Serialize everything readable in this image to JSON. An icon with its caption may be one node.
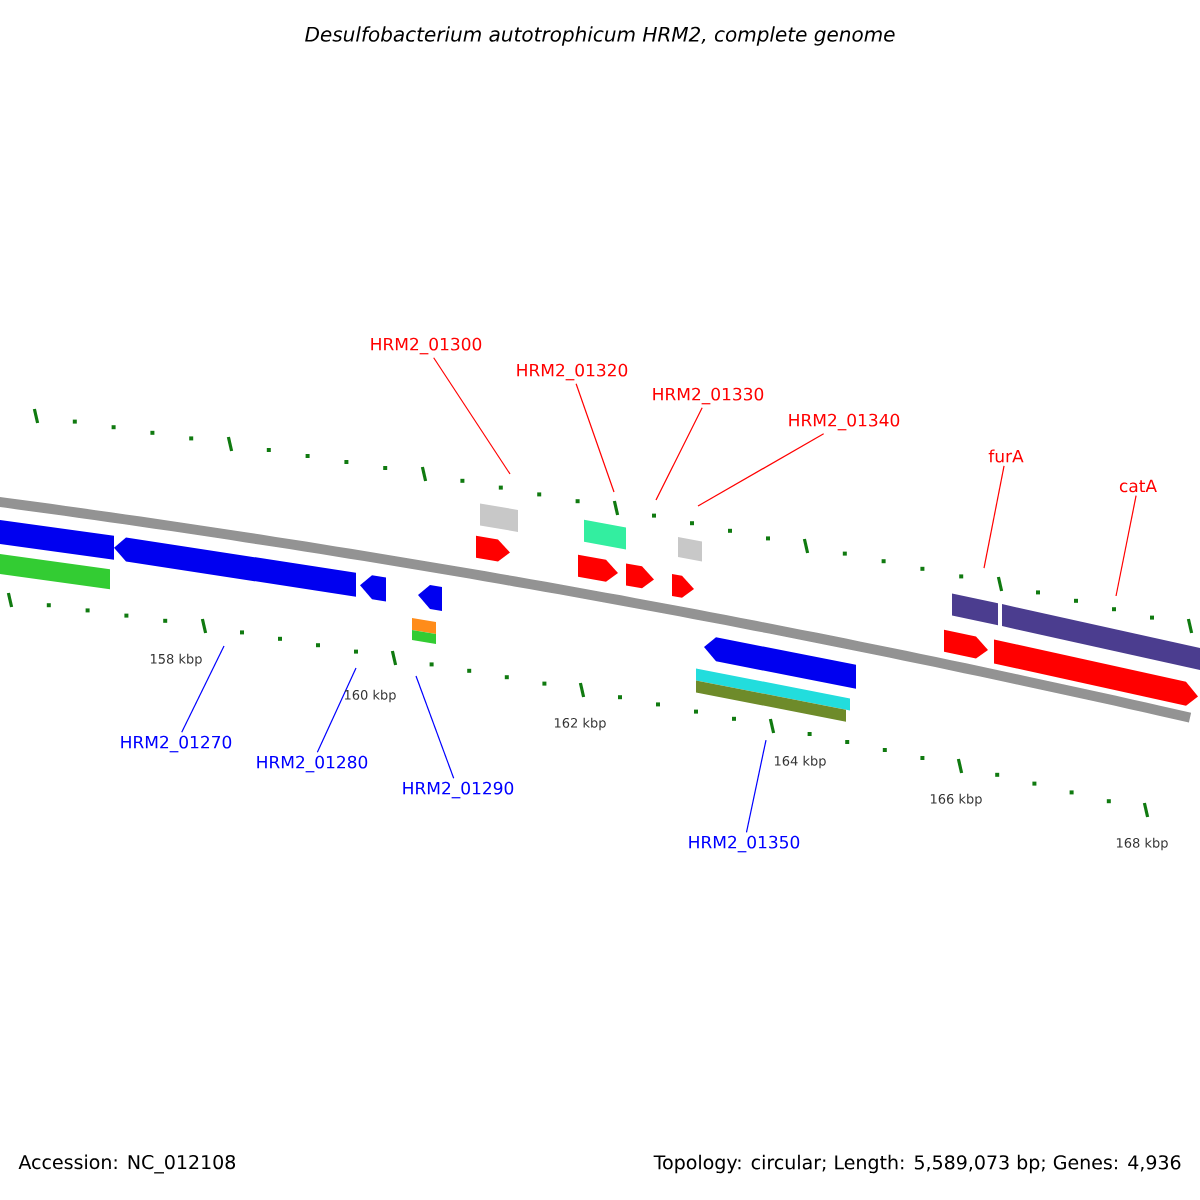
{
  "diagram": {
    "title": "Desulfobacterium autotrophicum HRM2, complete genome",
    "nodes": [
      {
        "text": [
          "HRM2_01300"
        ]
      },
      {
        "text": [
          "HRM2_01320"
        ]
      },
      {
        "text": [
          "HRM2_01330"
        ]
      },
      {
        "text": [
          "HRM2_01340"
        ]
      },
      {
        "text": [
          "furA"
        ]
      },
      {
        "text": [
          "catA"
        ]
      },
      {
        "text": [
          "HRM2_01270"
        ]
      },
      {
        "text": [
          "HRM2_01280"
        ]
      },
      {
        "text": [
          "HRM2_01290"
        ]
      },
      {
        "text": [
          "HRM2_01350"
        ]
      }
    ],
    "edges": [
      {
        "from": 0,
        "to": null,
        "arrow": "none"
      },
      {
        "from": 1,
        "to": null,
        "arrow": "none"
      },
      {
        "from": 2,
        "to": null,
        "arrow": "none"
      },
      {
        "from": 3,
        "to": null,
        "arrow": "none"
      },
      {
        "from": 4,
        "to": null,
        "arrow": "none"
      },
      {
        "from": 5,
        "to": null,
        "arrow": "none"
      },
      {
        "from": 6,
        "to": null,
        "arrow": "none",
        "color": "#0000ff"
      },
      {
        "from": 7,
        "to": null,
        "arrow": "none",
        "color": "#0000ff"
      },
      {
        "from": 8,
        "to": null,
        "arrow": "none",
        "color": "#0000ff"
      },
      {
        "from": 9,
        "to": null,
        "arrow": "none",
        "color": "#0000ff"
      }
    ],
    "labels": [
      "158 kbp",
      "160 kbp",
      "162 kbp",
      "164 kbp",
      "166 kbp",
      "168 kbp",
      "Accession: NC_012108",
      "Topology: circular; Length: 5,589,073 bp; Genes: 4,936"
    ]
  }
}
